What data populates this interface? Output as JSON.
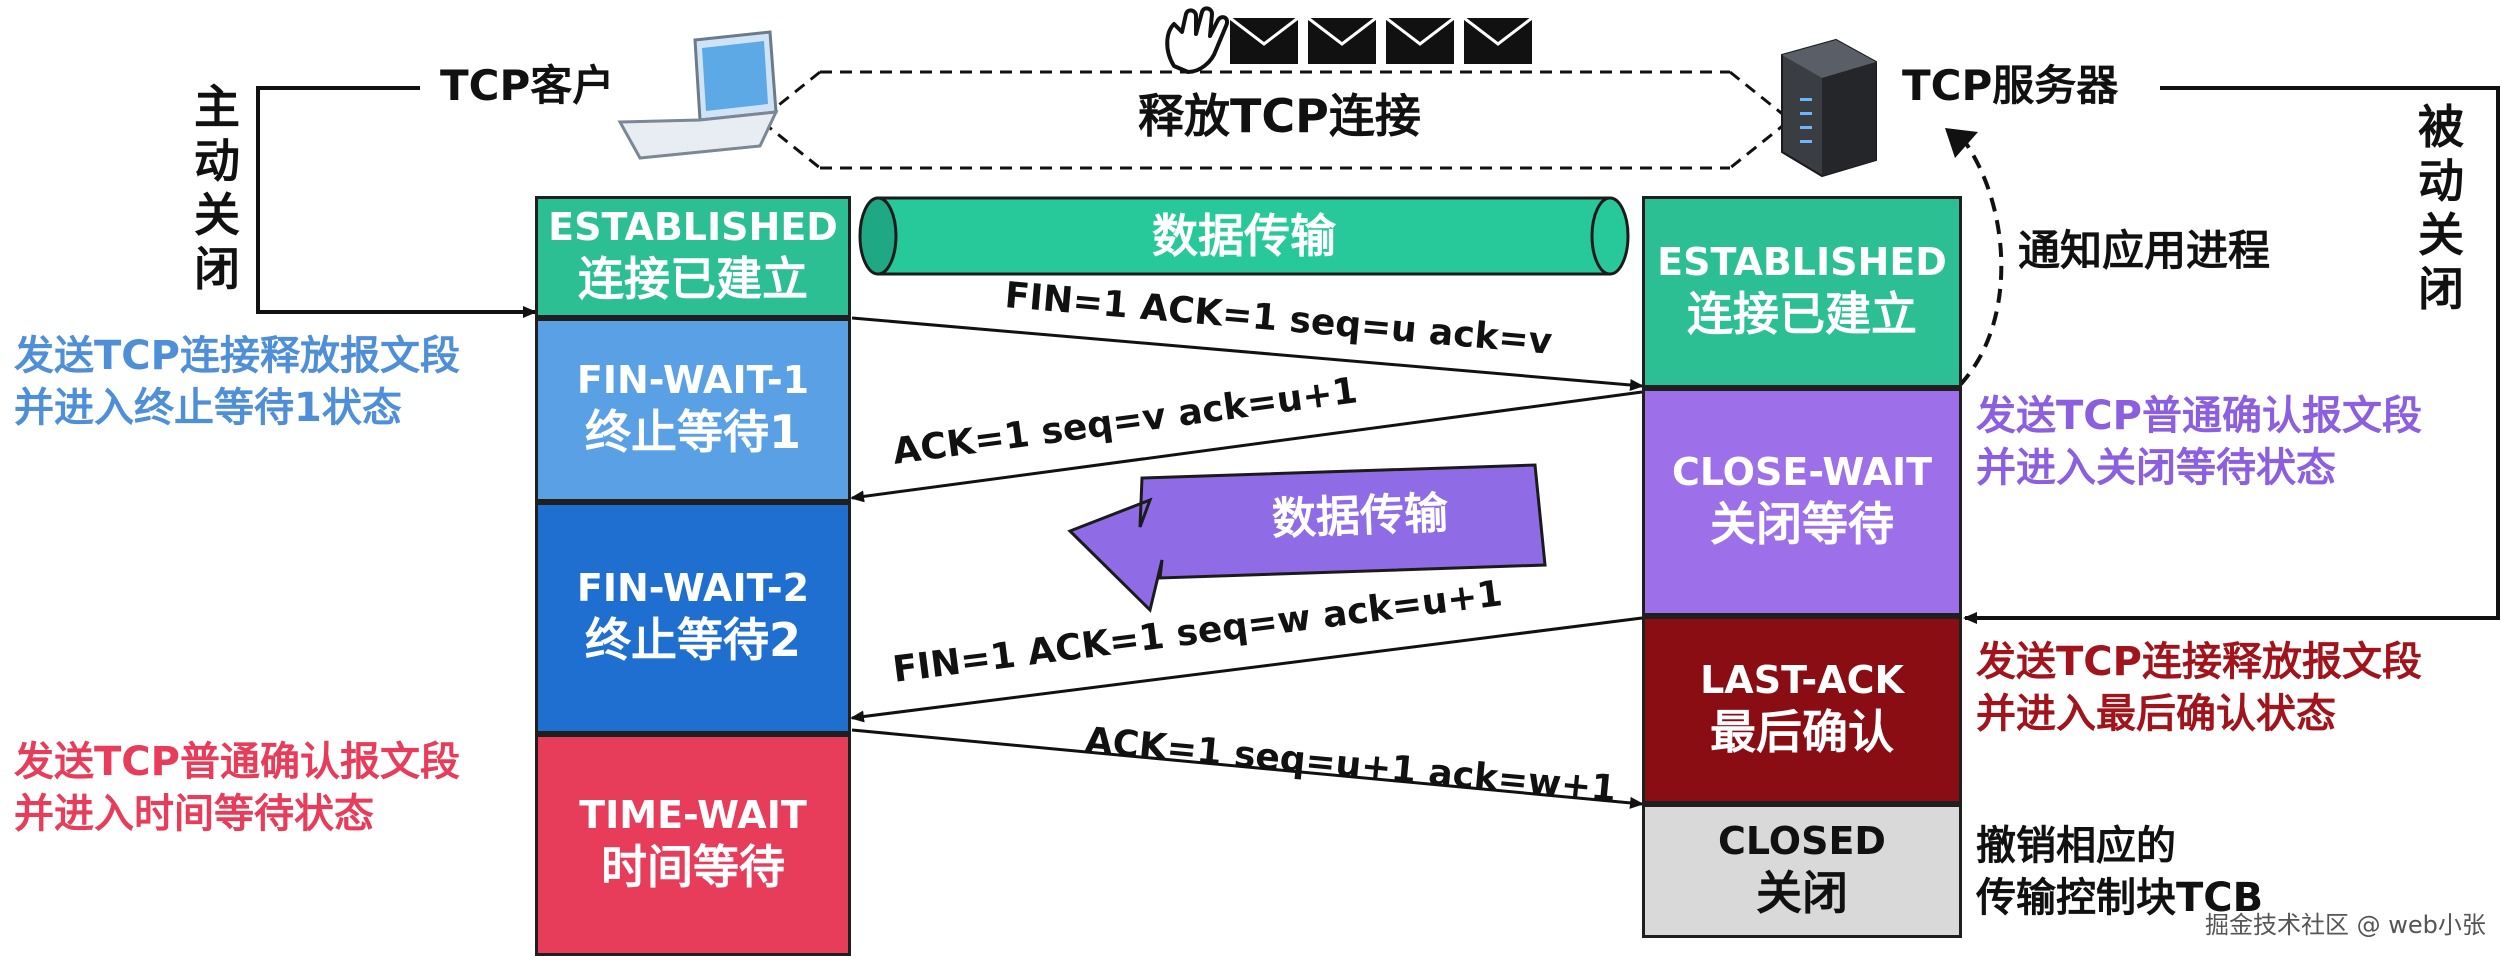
{
  "header": {
    "client_label": "TCP客户",
    "server_label": "TCP服务器",
    "release_label": "释放TCP连接"
  },
  "side_labels": {
    "active_close": "主动关闭",
    "passive_close": "被动关闭"
  },
  "client_states": [
    {
      "en": "ESTABLISHED",
      "zh": "连接已建立",
      "color": "#2dbf94"
    },
    {
      "en": "FIN-WAIT-1",
      "zh": "终止等待1",
      "color": "#5aa0e4"
    },
    {
      "en": "FIN-WAIT-2",
      "zh": "终止等待2",
      "color": "#1f6fd0"
    },
    {
      "en": "TIME-WAIT",
      "zh": "时间等待",
      "color": "#e83d5a"
    }
  ],
  "server_states": [
    {
      "en": "ESTABLISHED",
      "zh": "连接已建立",
      "color": "#2dbf94"
    },
    {
      "en": "CLOSE-WAIT",
      "zh": "关闭等待",
      "color": "#9d6fe8"
    },
    {
      "en": "LAST-ACK",
      "zh": "最后确认",
      "color": "#8b0d14",
      "text_color": "#ffffff"
    },
    {
      "en": "CLOSED",
      "zh": "关闭",
      "color": "#d9d9d9",
      "text_color": "#111111"
    }
  ],
  "data_transfer_label": "数据传输",
  "data_transfer_label_2": "数据传输",
  "messages": [
    {
      "text": "FIN=1    ACK=1    seq=u    ack=v"
    },
    {
      "text": "ACK=1    seq=v    ack=u+1"
    },
    {
      "text": "FIN=1    ACK=1    seq=w    ack=u+1"
    },
    {
      "text": "ACK=1    seq=u+1    ack=w+1"
    }
  ],
  "notes": {
    "client_fin": [
      "发送TCP连接释放报文段",
      "并进入终止等待1状态"
    ],
    "client_ack": [
      "发送TCP普通确认报文段",
      "并进入时间等待状态"
    ],
    "server_ack": [
      "发送TCP普通确认报文段",
      "并进入关闭等待状态"
    ],
    "server_fin": [
      "发送TCP连接释放报文段",
      "并进入最后确认状态"
    ],
    "notify_app": "通知应用进程",
    "revoke_tcb": [
      "撤销相应的",
      "传输控制块TCB"
    ]
  },
  "watermark": "掘金技术社区 @ web小张",
  "colors": {
    "client_note_fin": "#4e8fd8",
    "client_note_ack": "#e83d5a",
    "server_note_ack": "#8c5ee0",
    "server_note_fin": "#a2141c",
    "pipe_green": "#27c99a",
    "arrow_purple": "#8f6be6"
  },
  "icons": [
    "laptop-icon",
    "server-icon",
    "hand-wave-icon",
    "envelope-icon"
  ]
}
